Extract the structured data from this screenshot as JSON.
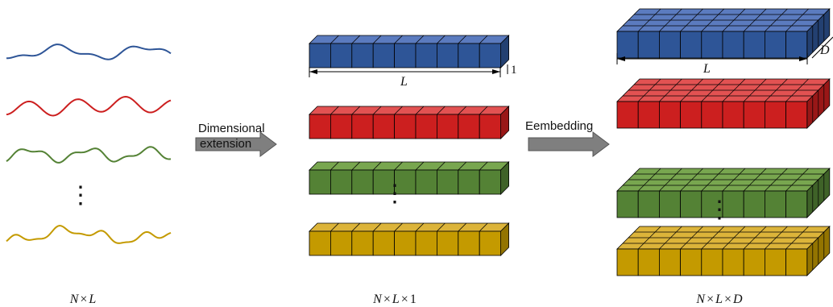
{
  "labels": {
    "step1": [
      "Dimensional",
      "extension"
    ],
    "step2": "Eembedding",
    "middle_length": "L",
    "middle_depth": "1",
    "right_length": "L",
    "right_depth": "D"
  },
  "shapes": {
    "left": {
      "N": "N",
      "times": "×",
      "L": "L"
    },
    "middle": {
      "N": "N",
      "times1": "×",
      "L": "L",
      "times2": "×",
      "one": "1"
    },
    "right": {
      "N": "N",
      "times1": "×",
      "L": "L",
      "times2": "×",
      "D": "D"
    }
  },
  "ellipsis": "⋮",
  "series": [
    {
      "name": "blue",
      "color": "#2e5597",
      "top": "#5b7bbf"
    },
    {
      "name": "red",
      "color": "#cc1f1f",
      "top": "#e25252"
    },
    {
      "name": "green",
      "color": "#548235",
      "top": "#78a64f"
    },
    {
      "name": "gold",
      "color": "#c49a00",
      "top": "#dcb43a"
    }
  ],
  "arrow_color": "#7f7f7f"
}
